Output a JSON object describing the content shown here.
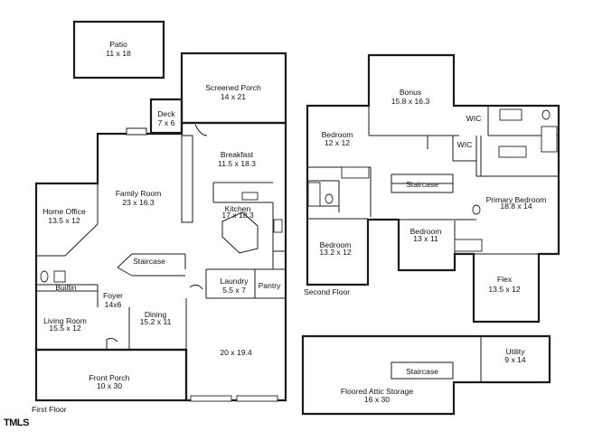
{
  "first_floor": {
    "caption": "First Floor",
    "rooms": {
      "patio": {
        "name": "Patio",
        "size": "11 x 18"
      },
      "screened_porch": {
        "name": "Screened Porch",
        "size": "14 x 21"
      },
      "deck": {
        "name": "Deck",
        "size": "7 x 6"
      },
      "breakfast": {
        "name": "Breakfast",
        "size": "11.5 x 18.3"
      },
      "family_room": {
        "name": "Family Room",
        "size": "23 x 16.3"
      },
      "home_office": {
        "name": "Home Office",
        "size": "13.5 x 12"
      },
      "kitchen": {
        "name": "Kitchen",
        "size": "17 x 18.3"
      },
      "staircase": {
        "name": "Staircase"
      },
      "builtin": {
        "name": "Builtin"
      },
      "foyer": {
        "name": "Foyer",
        "size": "14x6"
      },
      "laundry": {
        "name": "Laundry",
        "size": "5.5 x 7"
      },
      "pantry": {
        "name": "Pantry"
      },
      "living_room": {
        "name": "Living Room",
        "size": "15.5 x 12"
      },
      "dining": {
        "name": "Dining",
        "size": "15.2 x 11"
      },
      "garage": {
        "size": "20 x 19.4"
      },
      "front_porch": {
        "name": "Front Porch",
        "size": "10 x 30"
      }
    }
  },
  "second_floor": {
    "caption": "Second Floor",
    "rooms": {
      "bonus": {
        "name": "Bonus",
        "size": "15.8 x 16.3"
      },
      "bedroom_a": {
        "name": "Bedroom",
        "size": "12 x 12"
      },
      "wic_1": {
        "name": "WIC"
      },
      "wic_2": {
        "name": "WIC"
      },
      "staircase": {
        "name": "Staircase"
      },
      "primary_bedroom": {
        "name": "Primary Bedroom",
        "size": "18.8 x 14"
      },
      "bedroom_b": {
        "name": "Bedroom",
        "size": "13.2 x 12"
      },
      "bedroom_c": {
        "name": "Bedroom",
        "size": "13 x 11"
      },
      "flex": {
        "name": "Flex",
        "size": "13.5 x 12"
      }
    }
  },
  "attic": {
    "utility": {
      "name": "Utility",
      "size": "9 x 14"
    },
    "staircase": {
      "name": "Staircase"
    },
    "floored_attic": {
      "name": "Floored Attic Storage",
      "size": "16 x 30"
    }
  },
  "brand": {
    "logo_text": "TMLS"
  },
  "colors": {
    "wall": "#1a1a1a",
    "background": "#ffffff"
  }
}
